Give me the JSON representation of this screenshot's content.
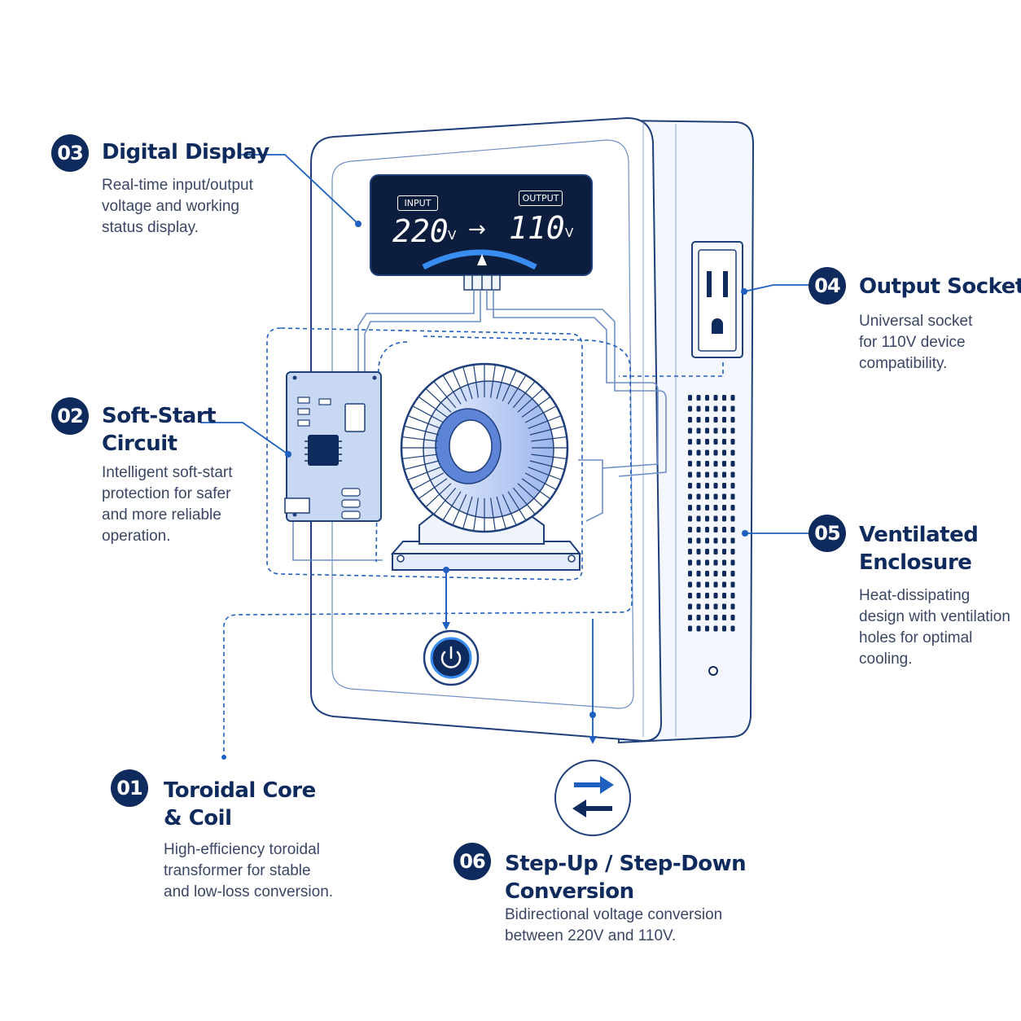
{
  "display": {
    "input_label": "INPUT",
    "output_label": "OUTPUT",
    "input_value": "220",
    "output_value": "110",
    "unit": "V",
    "arrow": "→"
  },
  "callouts": [
    {
      "number": "03",
      "title": [
        "Digital Display"
      ],
      "desc": [
        "Real-time input/output",
        "voltage and working",
        "status display."
      ]
    },
    {
      "number": "02",
      "title": [
        "Soft-Start",
        "Circuit"
      ],
      "desc": [
        "Intelligent soft-start",
        "protection for safer",
        "and more reliable",
        "operation."
      ]
    },
    {
      "number": "01",
      "title": [
        "Toroidal Core",
        "& Coil"
      ],
      "desc": [
        "High-efficiency toroidal",
        "transformer for stable",
        "and low-loss conversion."
      ]
    },
    {
      "number": "04",
      "title": [
        "Output Socket"
      ],
      "desc": [
        "Universal socket",
        "for 110V device",
        "compatibility."
      ]
    },
    {
      "number": "05",
      "title": [
        "Ventilated",
        "Enclosure"
      ],
      "desc": [
        "Heat-dissipating",
        "design with ventilation",
        "holes for optimal",
        "cooling."
      ]
    },
    {
      "number": "06",
      "title": [
        "Step-Up / Step-Down",
        "Conversion"
      ],
      "desc": [
        "Bidirectional voltage conversion",
        "between 220V and 110V."
      ]
    }
  ],
  "icons": [
    "power-button-icon",
    "bidirectional-arrows-icon",
    "outlet-icon",
    "toroid-icon",
    "circuit-board-icon"
  ],
  "colors": {
    "navy": "#0f2a5c",
    "accent": "#1f5fbf",
    "outline": "#1e3f7a",
    "light": "#c9d8f2"
  }
}
